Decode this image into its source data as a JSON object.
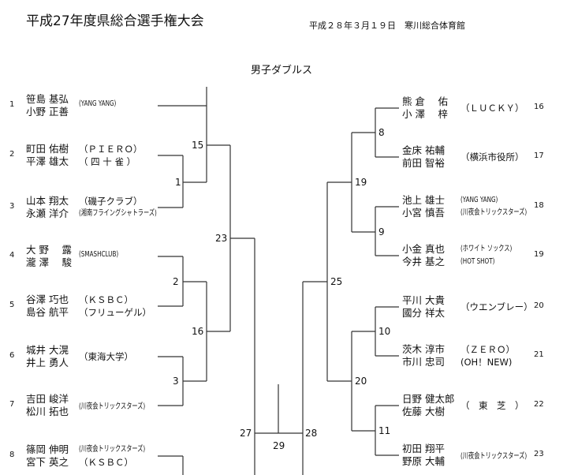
{
  "header": {
    "title": "平成27年度県総合選手権大会",
    "date_venue": "平成２８年３月１９日　寒川総合体育館",
    "event": "男子ダブルス"
  },
  "left_entries": [
    {
      "seed": "1",
      "players": [
        "笹島 基弘",
        "小野 正善"
      ],
      "club": [
        "(YANG YANG)"
      ]
    },
    {
      "seed": "2",
      "players": [
        "町田 佑樹",
        "平澤 雄太"
      ],
      "club": [
        "（ＰＩＥＲＯ）",
        "（ 四 十 雀 ）"
      ]
    },
    {
      "seed": "3",
      "players": [
        "山本 翔太",
        "永瀬 洋介"
      ],
      "club": [
        "（磯子クラブ）",
        "(湘南フライングシャトラーズ)"
      ]
    },
    {
      "seed": "4",
      "players": [
        "大 野　 露",
        "瀧 澤　 駿"
      ],
      "club": [
        "(SMASHCLUB)"
      ]
    },
    {
      "seed": "5",
      "players": [
        "谷澤 巧也",
        "島谷 航平"
      ],
      "club": [
        "（ＫＳＢＣ）",
        "（フリューゲル）"
      ]
    },
    {
      "seed": "6",
      "players": [
        "城井 大滉",
        "井上 勇人"
      ],
      "club": [
        "（東海大学）"
      ]
    },
    {
      "seed": "7",
      "players": [
        "吉田 峻洋",
        "松川 拓也"
      ],
      "club": [
        "(川夜会トリックスターズ)"
      ]
    },
    {
      "seed": "8",
      "players": [
        "篠岡 伸明",
        "宮下 英之"
      ],
      "club": [
        "(川夜会トリックスターズ)",
        "（ＫＳＢＣ）"
      ]
    }
  ],
  "right_entries": [
    {
      "seed": "16",
      "players": [
        "熊 倉　 佑",
        "小 澤　 梓"
      ],
      "club": [
        "（ＬＵＣＫＹ）"
      ]
    },
    {
      "seed": "17",
      "players": [
        "金床 祐輔",
        "前田 智裕"
      ],
      "club": [
        "（横浜市役所）"
      ]
    },
    {
      "seed": "18",
      "players": [
        "池上 雄士",
        "小宮 慎吾"
      ],
      "club": [
        "(YANG YANG)",
        "(川夜会トリックスターズ)"
      ]
    },
    {
      "seed": "19",
      "players": [
        "小金 真也",
        "今井 基之"
      ],
      "club": [
        "(ホワイト ソックス)",
        "(HOT SHOT)"
      ]
    },
    {
      "seed": "20",
      "players": [
        "平川 大貴",
        "國分 祥太"
      ],
      "club": [
        "（ウエンブレー）"
      ]
    },
    {
      "seed": "21",
      "players": [
        "茨木 淳市",
        "市川 忠司"
      ],
      "club": [
        "（ＺＥＲＯ）",
        "(OH！NEW)"
      ]
    },
    {
      "seed": "22",
      "players": [
        "日野 健太郎",
        "佐藤 大樹"
      ],
      "club": [
        "（　東　芝　）"
      ]
    },
    {
      "seed": "23",
      "players": [
        "初田 翔平",
        "野原 大輔"
      ],
      "club": [
        "(川夜会トリックスターズ)"
      ]
    }
  ],
  "matches": [
    "1",
    "2",
    "3",
    "8",
    "9",
    "10",
    "11",
    "15",
    "16",
    "19",
    "20",
    "23",
    "25",
    "27",
    "28",
    "29"
  ]
}
